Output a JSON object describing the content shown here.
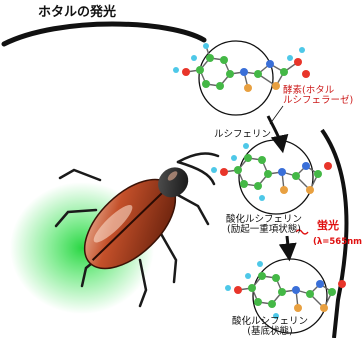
{
  "title": "ホタルの発光",
  "labels": {
    "luciferin": "ルシフェリン",
    "enzyme_line1": "酵素(ホタル",
    "enzyme_line2": "ルシフェラーゼ)",
    "excited_line1": "酸化ルシフェリン",
    "excited_line2": "(励起一重項状態)",
    "fluorescence": "蛍光",
    "wavelength": "(λ=565nm",
    "ground_line1": "酸化ルシフェリン",
    "ground_line2": "(基底状態)"
  },
  "colors": {
    "carbon": "#44b846",
    "oxygen": "#e8352a",
    "nitrogen": "#3a6fd8",
    "sulfur": "#e8a040",
    "hydrogen": "#4ec8e8",
    "glow": "#2ee04a",
    "beetle_shell": "#b8401c",
    "arrow": "#111111"
  },
  "icons": {
    "firefly": "firefly-icon",
    "molecule": "molecule-icon"
  }
}
